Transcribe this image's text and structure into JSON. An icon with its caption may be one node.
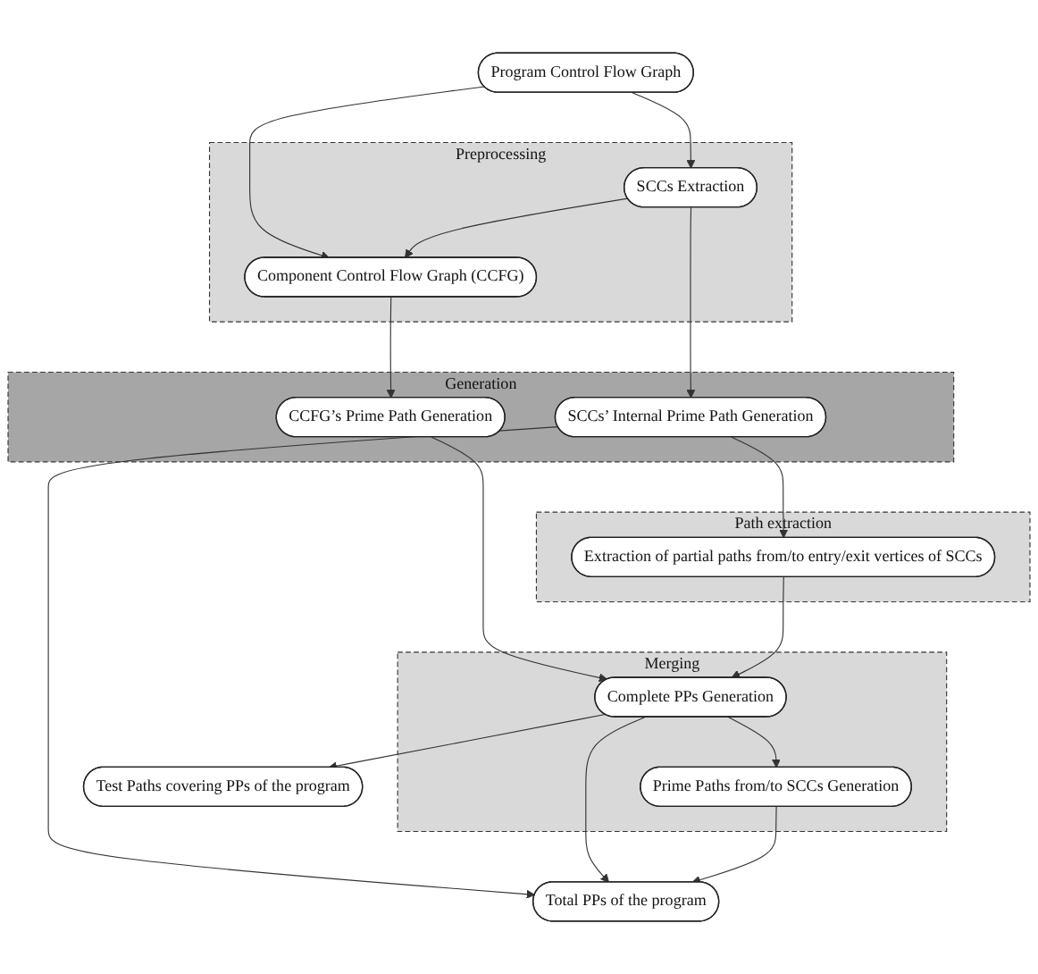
{
  "diagram": {
    "nodes": [
      {
        "text": [
          "Program Control Flow Graph"
        ]
      },
      {
        "text": [
          "Preprocessing"
        ]
      },
      {
        "text": [
          "SCCs Extraction"
        ],
        "in": 1
      },
      {
        "text": [
          "Component  Control Flow Graph (CCFG)"
        ],
        "in": 1
      },
      {
        "text": [
          "Generation"
        ]
      },
      {
        "text": [
          "CCFG’s Prime Path Generation"
        ],
        "in": 4
      },
      {
        "text": [
          "SCCs’ Internal Prime Path Generation"
        ],
        "in": 4
      },
      {
        "text": [
          "Path extraction"
        ]
      },
      {
        "text": [
          "Extraction of partial paths from/to entry/exit vertices of SCCs"
        ],
        "in": 7
      },
      {
        "text": [
          "Merging"
        ]
      },
      {
        "text": [
          "Complete PPs Generation"
        ],
        "in": 9
      },
      {
        "text": [
          "Prime Paths from/to SCCs Generation"
        ],
        "in": 9
      },
      {
        "text": [
          "Test Paths covering PPs of the program"
        ]
      },
      {
        "text": [
          "Total PPs of the program"
        ]
      }
    ],
    "edges": [
      {
        "from": 0,
        "to": 2,
        "arrow": "to"
      },
      {
        "from": 0,
        "to": 3,
        "arrow": "to"
      },
      {
        "from": 2,
        "to": 3,
        "arrow": "to"
      },
      {
        "from": 2,
        "to": 6,
        "arrow": "to"
      },
      {
        "from": 3,
        "to": 5,
        "arrow": "to"
      },
      {
        "from": 6,
        "to": 8,
        "arrow": "to"
      },
      {
        "from": 6,
        "to": 13,
        "arrow": "to"
      },
      {
        "from": 5,
        "to": 10,
        "arrow": "to"
      },
      {
        "from": 8,
        "to": 10,
        "arrow": "to"
      },
      {
        "from": 10,
        "to": 11,
        "arrow": "to"
      },
      {
        "from": 10,
        "to": 12,
        "arrow": "to"
      },
      {
        "from": 10,
        "to": 13,
        "arrow": "to"
      },
      {
        "from": 11,
        "to": 13,
        "arrow": "to"
      }
    ]
  }
}
